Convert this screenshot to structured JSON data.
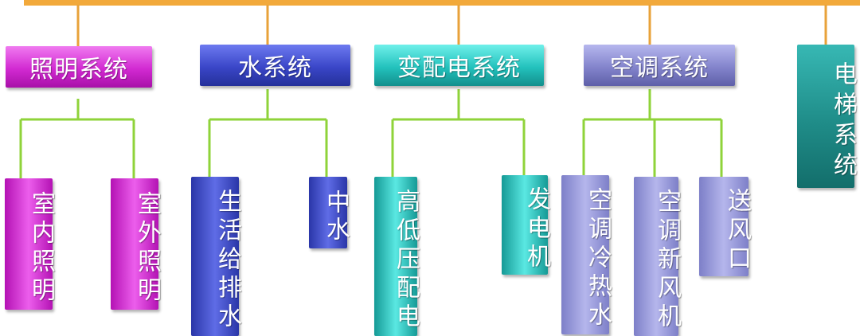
{
  "diagram": {
    "categories": [
      {
        "label": "照明系统",
        "children": [
          "室内照明",
          "室外照明"
        ]
      },
      {
        "label": "水系统",
        "children": [
          "生活给排水",
          "中水"
        ]
      },
      {
        "label": "变配电系统",
        "children": [
          "高低压配电",
          "发电机"
        ]
      },
      {
        "label": "空调系统",
        "children": [
          "空调冷热水",
          "空调新风机",
          "送风口"
        ]
      },
      {
        "label": "电梯系统",
        "children": []
      }
    ],
    "colors": {
      "top_bar": "#f2a93b",
      "connector_orange": "#e8a23a",
      "connector_green": "#8fd33a",
      "lighting": "#d22ad2",
      "water": "#3a46c8",
      "power": "#23c2bd",
      "hvac": "#8384cc",
      "elevator": "#1f8c88"
    }
  }
}
